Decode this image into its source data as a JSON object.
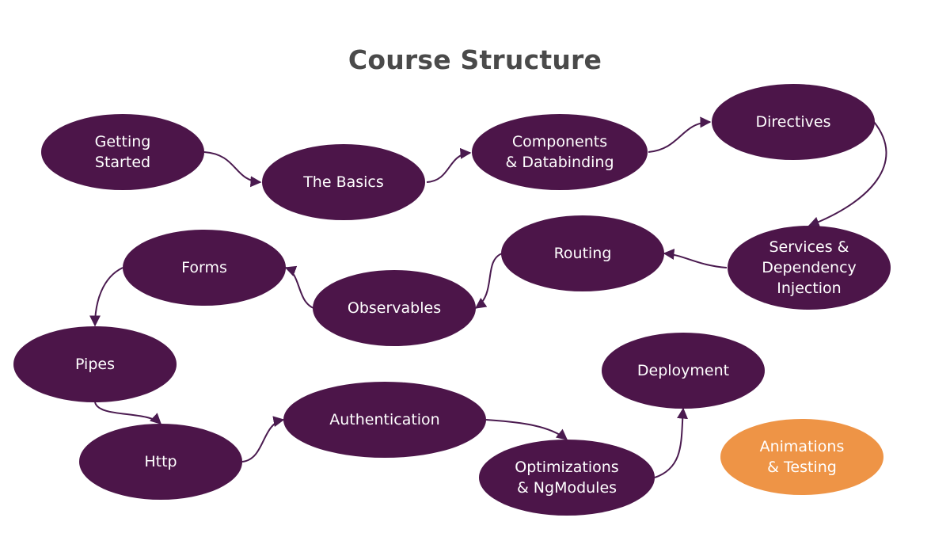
{
  "title": "Course Structure",
  "colors": {
    "node": "#4c1549",
    "highlight": "#ee9446",
    "edge": "#4a1a4f",
    "title": "#4a4a4a",
    "background": "#ffffff"
  },
  "nodes": [
    {
      "id": "getting-started",
      "lines": [
        "Getting",
        "Started"
      ]
    },
    {
      "id": "the-basics",
      "lines": [
        "The Basics"
      ]
    },
    {
      "id": "components-databinding",
      "lines": [
        "Components",
        "& Databinding"
      ]
    },
    {
      "id": "directives",
      "lines": [
        "Directives"
      ]
    },
    {
      "id": "services-di",
      "lines": [
        "Services &",
        "Dependency",
        "Injection"
      ]
    },
    {
      "id": "routing",
      "lines": [
        "Routing"
      ]
    },
    {
      "id": "observables",
      "lines": [
        "Observables"
      ]
    },
    {
      "id": "forms",
      "lines": [
        "Forms"
      ]
    },
    {
      "id": "pipes",
      "lines": [
        "Pipes"
      ]
    },
    {
      "id": "http",
      "lines": [
        "Http"
      ]
    },
    {
      "id": "authentication",
      "lines": [
        "Authentication"
      ]
    },
    {
      "id": "optimizations-ngmodules",
      "lines": [
        "Optimizations",
        "& NgModules"
      ]
    },
    {
      "id": "deployment",
      "lines": [
        "Deployment"
      ]
    },
    {
      "id": "animations-testing",
      "lines": [
        "Animations",
        "& Testing"
      ],
      "highlight": true
    }
  ],
  "edges": [
    [
      "getting-started",
      "the-basics"
    ],
    [
      "the-basics",
      "components-databinding"
    ],
    [
      "components-databinding",
      "directives"
    ],
    [
      "directives",
      "services-di"
    ],
    [
      "services-di",
      "routing"
    ],
    [
      "routing",
      "observables"
    ],
    [
      "observables",
      "forms"
    ],
    [
      "forms",
      "pipes"
    ],
    [
      "pipes",
      "http"
    ],
    [
      "http",
      "authentication"
    ],
    [
      "authentication",
      "optimizations-ngmodules"
    ],
    [
      "optimizations-ngmodules",
      "deployment"
    ]
  ]
}
